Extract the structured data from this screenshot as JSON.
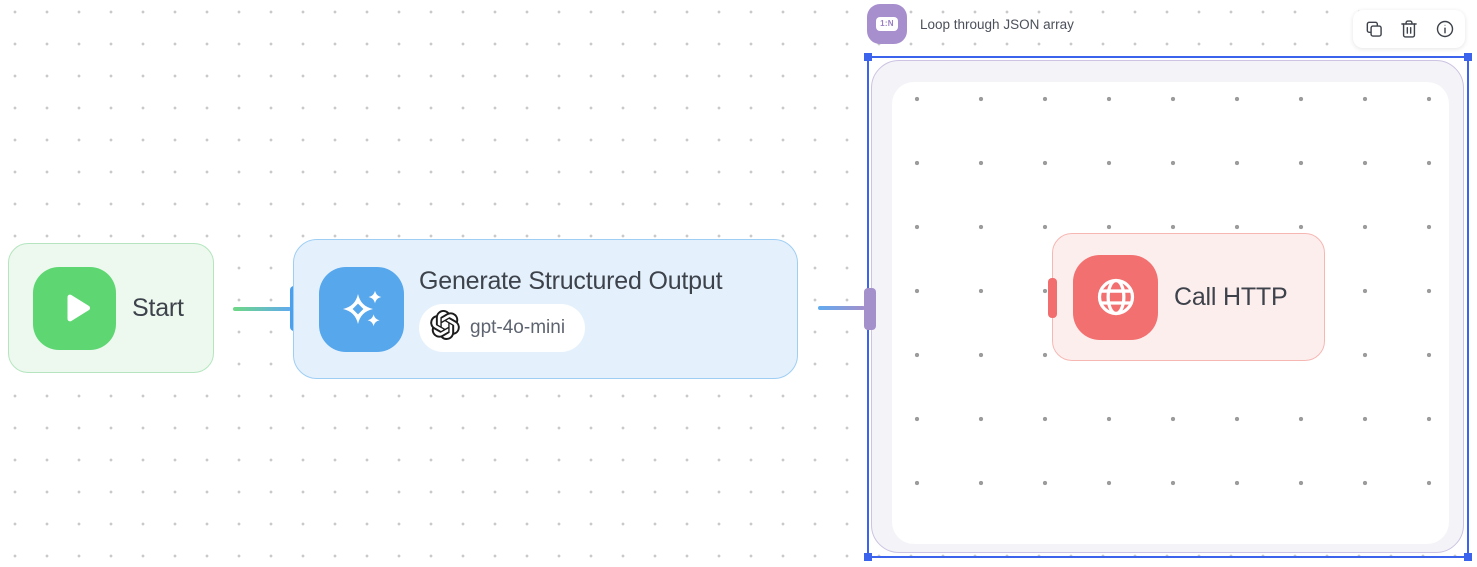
{
  "canvas": {
    "background": "#ffffff",
    "dot_color": "#c9c9c9",
    "inner_dot_color": "#9c9c9c"
  },
  "nodes": {
    "start": {
      "label": "Start",
      "bg": "#edf9ef",
      "border": "#b4e5bf",
      "icon_bg": "#5ed773",
      "icon": "play-icon"
    },
    "generate": {
      "title": "Generate Structured Output",
      "model": "gpt-4o-mini",
      "bg": "#e4f1fc",
      "border": "#9fcef4",
      "icon_bg": "#57a7ed",
      "icon": "sparkles-icon",
      "model_icon": "openai-logo-icon"
    },
    "call_http": {
      "label": "Call HTTP",
      "bg": "#fdeeee",
      "border": "#f6b7b3",
      "icon_bg": "#f37070",
      "icon": "globe-icon"
    }
  },
  "loop_group": {
    "label": "Loop through JSON array",
    "badge": "1:N",
    "icon_bg": "#a78fce",
    "selected": true,
    "selection_color": "#3b63ec",
    "container_bg": "#f4f3f8",
    "container_border": "#cdc3e2"
  },
  "edges": [
    {
      "from": "start",
      "to": "generate",
      "gradient": [
        "#6ed885",
        "#61aaef"
      ]
    },
    {
      "from": "generate",
      "to": "loop_group",
      "gradient": [
        "#61aaef",
        "#a38fcb"
      ]
    }
  ],
  "ports": [
    {
      "node": "generate",
      "side": "input",
      "color": "#4aa0ed"
    },
    {
      "node": "loop_group",
      "side": "input",
      "color": "#a491cb"
    },
    {
      "node": "call_http",
      "side": "input",
      "color": "#f26d6d"
    }
  ],
  "toolbar": {
    "buttons": [
      {
        "name": "duplicate",
        "icon": "copy-icon"
      },
      {
        "name": "delete",
        "icon": "trash-icon"
      },
      {
        "name": "info",
        "icon": "info-icon"
      }
    ]
  }
}
